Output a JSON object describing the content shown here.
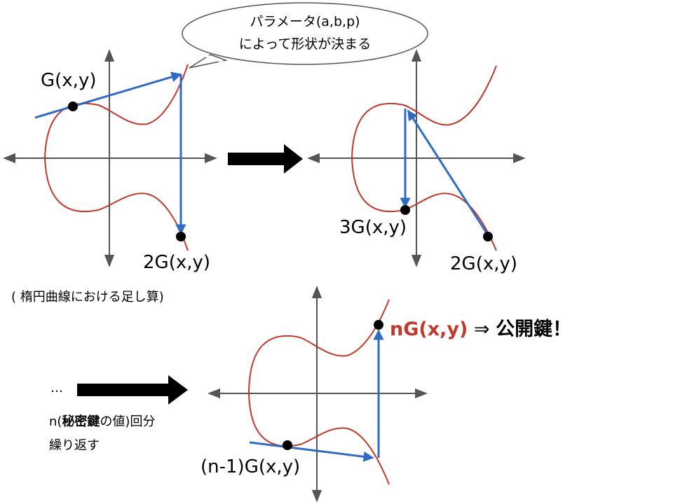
{
  "bubble": {
    "line1": "パラメータ(a,b,p)",
    "line2": "によって形状が決まる"
  },
  "labels": {
    "g": "G(x,y)",
    "two_g_left": "2G(x,y)",
    "two_g_right": "2G(x,y)",
    "three_g": "3G(x,y)",
    "n_minus_1_g": "(n-1)G(x,y)",
    "n_g": "nG(x,y)",
    "implies": " ⇒ ",
    "public_key": "公開鍵！"
  },
  "caption": "( 楕円曲線における足し算)",
  "repeat_text": {
    "ellipsis": "…",
    "prefix": "n(",
    "secret_key": "秘密鍵",
    "suffix": "の値)回分",
    "line2": "繰り返す"
  },
  "colors": {
    "curve": "#c0392b",
    "vector": "#2f6bc4",
    "axis": "#555555",
    "arrow": "#000000",
    "highlight": "#c0392b"
  }
}
